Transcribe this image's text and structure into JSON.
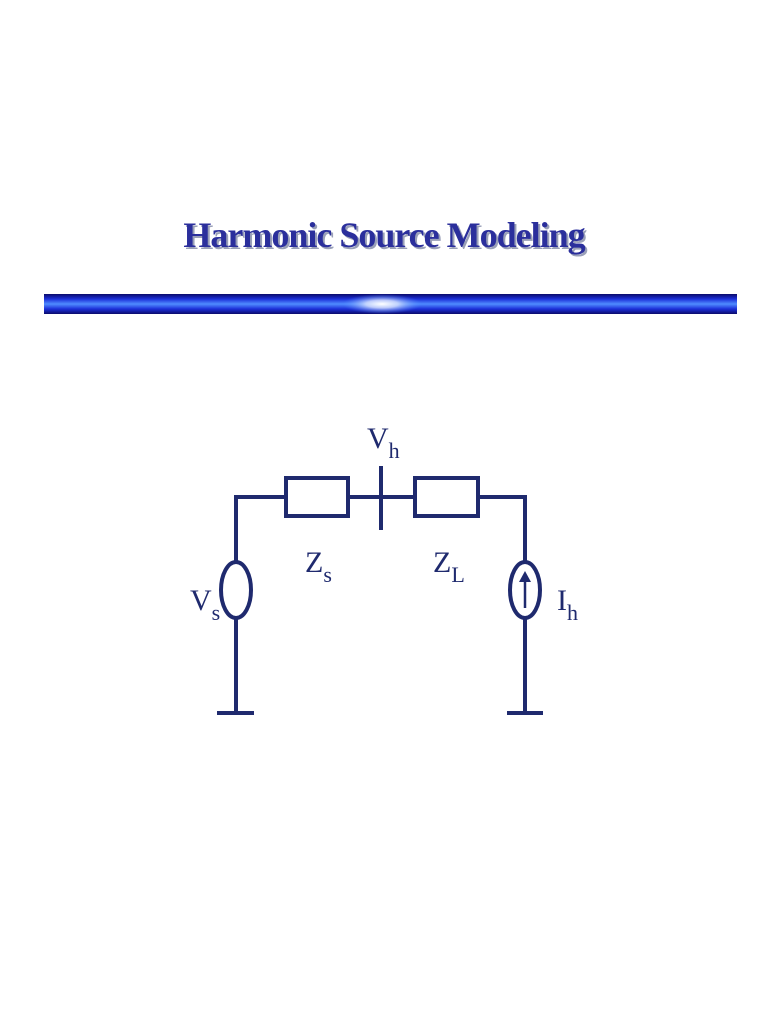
{
  "title": "Harmonic Source Modeling",
  "colors": {
    "title": "#2b2f9c",
    "wire": "#1f2a6e",
    "rule_dark": "#1a1a8a",
    "rule_bright": "#3b6cff"
  },
  "diagram": {
    "node_label": {
      "main": "V",
      "sub": "h"
    },
    "source_impedance": {
      "main": "Z",
      "sub": "s"
    },
    "load_impedance": {
      "main": "Z",
      "sub": "L"
    },
    "voltage_source": {
      "main": "V",
      "sub": "s"
    },
    "current_source": {
      "main": "I",
      "sub": "h"
    }
  }
}
